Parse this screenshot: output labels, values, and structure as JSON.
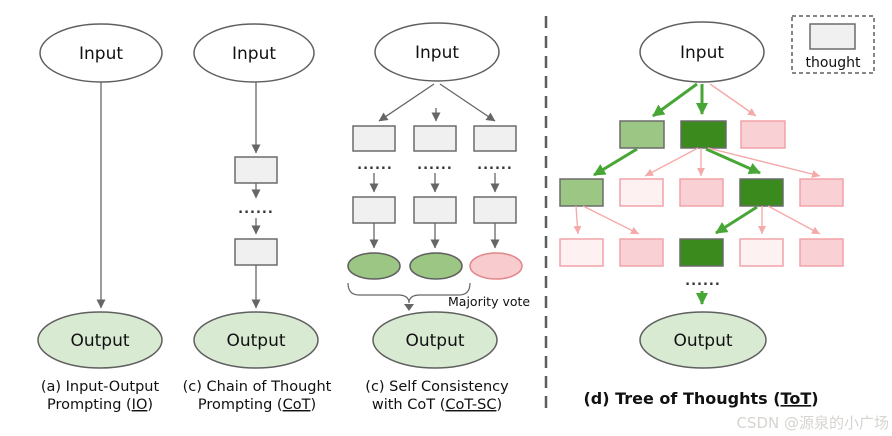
{
  "colors": {
    "white": "#ffffff",
    "text": "#111111",
    "gray_border": "#6b6b6b",
    "gray_fill": "#f0f0f0",
    "node_border": "#5f5f5f",
    "output_fill": "#d9ead3",
    "light_green": "#9cc683",
    "dark_green": "#3a8a1e",
    "green_arrow": "#47a635",
    "pink_fill": "#f9d0d3",
    "pink_faint": "#fdf1f2",
    "pink_border": "#f0a3a7",
    "pink_arrow": "#f5aaaa",
    "pink_ellipse": "#f8cccf",
    "pink_ellipse_border": "#e2888c",
    "arrow_gray": "#666666",
    "divider": "#5e5e5e",
    "dots": "#333333",
    "watermark": "#d7d4d0"
  },
  "labels": {
    "input": "Input",
    "output": "Output",
    "dots": "......",
    "majority_vote": "Majority vote",
    "thought": "thought",
    "watermark": "CSDN @源泉的小广场"
  },
  "captions": {
    "io": {
      "line1": "(a) Input-Output",
      "line2_prefix": "Prompting (",
      "line2_link": "IO",
      "line2_suffix": ")"
    },
    "cot": {
      "line1": "(c) Chain of Thought",
      "line2_prefix": "Prompting (",
      "line2_link": "CoT",
      "line2_suffix": ")"
    },
    "cotsc": {
      "line1": "(c) Self Consistency",
      "line2_prefix": "with CoT (",
      "line2_link": "CoT-SC",
      "line2_suffix": ")"
    },
    "tot": {
      "prefix": "(d) Tree of Thoughts (",
      "link": "ToT",
      "suffix": ")"
    }
  }
}
